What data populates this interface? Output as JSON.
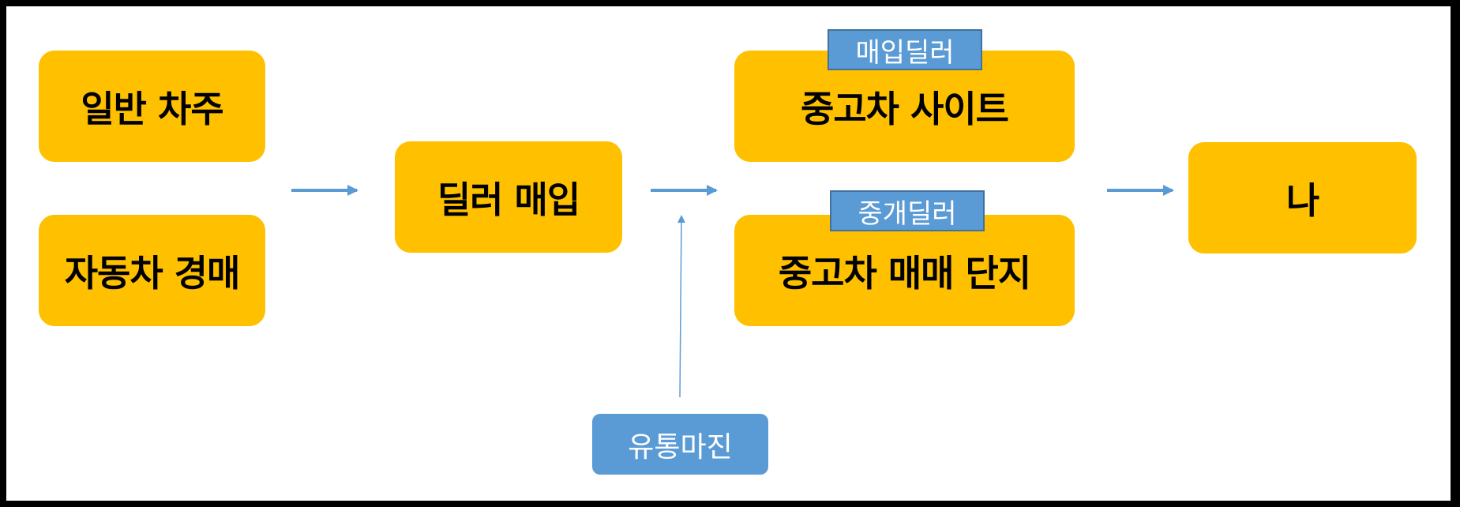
{
  "colors": {
    "box_fill": "#ffc000",
    "tag_fill": "#5b9bd5",
    "tag_border": "#41719c",
    "arrow": "#5b9bd5",
    "frame": "#000000"
  },
  "sources": {
    "owner": "일반 차주",
    "auction": "자동차 경매"
  },
  "dealer_purchase": "딜러 매입",
  "channels": {
    "site": {
      "label": "중고차 사이트",
      "tag": "매입딜러"
    },
    "complex": {
      "label": "중고차 매매 단지",
      "tag": "중개딜러"
    }
  },
  "me": "나",
  "margin_label": "유통마진"
}
